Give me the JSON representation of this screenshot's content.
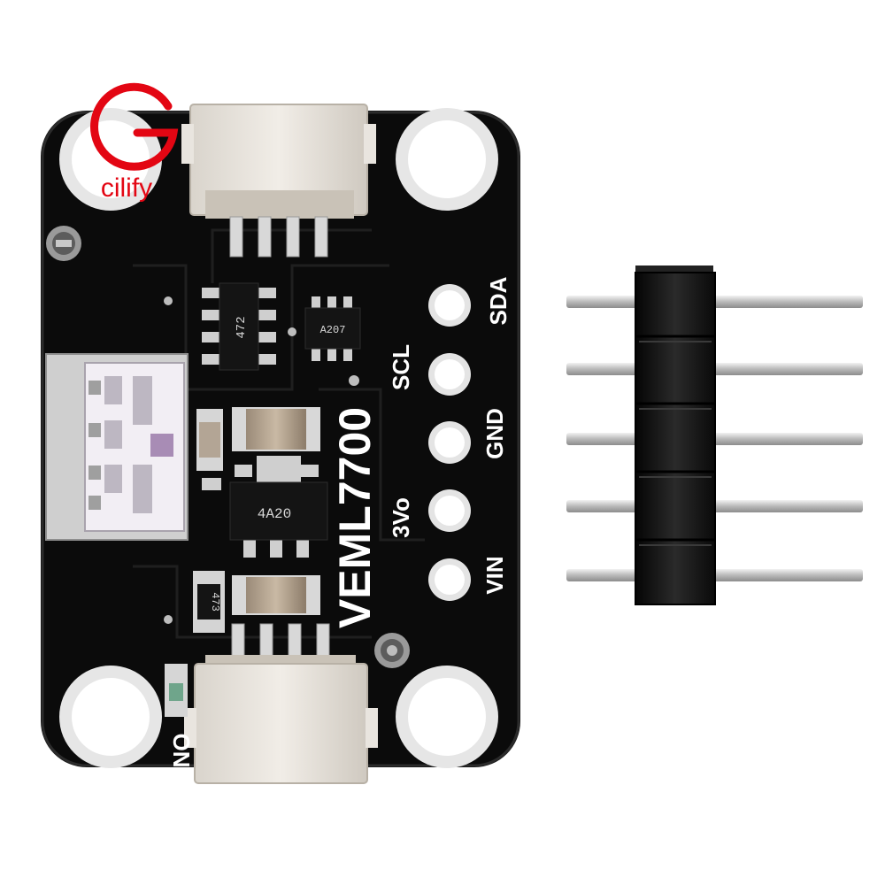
{
  "logo": {
    "text": "cilify",
    "color": "#e30613"
  },
  "board": {
    "model": "VEML7700",
    "color": "#0b0b0b",
    "pins": [
      "SDA",
      "SCL",
      "GND",
      "3Vo",
      "VIN"
    ],
    "led_label": "ON",
    "chip_marks": {
      "top_left": "472",
      "top_right": "A207",
      "regulator": "4A20",
      "resistor_bottom": "473"
    },
    "mounting_hole_icons": [
      "mounting-hole-icon",
      "mounting-hole-icon",
      "mounting-hole-icon",
      "mounting-hole-icon"
    ]
  },
  "header": {
    "pin_count": 5,
    "body_color": "#151515",
    "pin_color": "#c8c8c8"
  }
}
